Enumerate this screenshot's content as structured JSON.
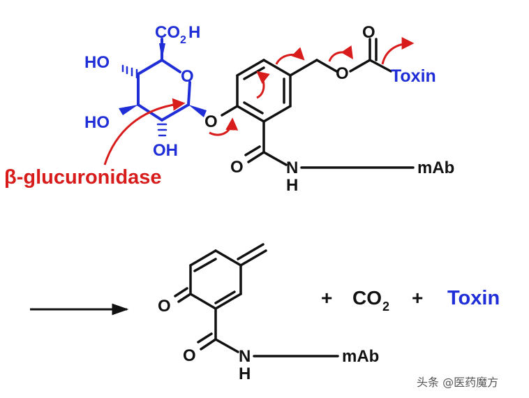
{
  "reactant": {
    "carboxyl": "CO",
    "carboxyl_sub": "2",
    "carboxyl_h": "H",
    "ring_o": "O",
    "ho_top": "HO",
    "ho_left": "HO",
    "oh_bottom": "OH",
    "linker_o": "O",
    "carbonyl_o": "O",
    "ester_o": "O",
    "toxin": "Toxin",
    "amide_o": "O",
    "amide_n": "N",
    "amide_h": "H",
    "mab": "mAb"
  },
  "enzyme_label": "β-glucuronidase",
  "product": {
    "quinone_o": "O",
    "amide_o": "O",
    "amide_n": "N",
    "amide_h": "H",
    "mab": "mAb",
    "plus1": "+",
    "co2": "CO",
    "co2_sub": "2",
    "plus2": "+",
    "toxin": "Toxin"
  },
  "watermark": "头条 @医药魔方",
  "colors": {
    "sugar": "#1f2ed6",
    "enzyme": "#d81c1c",
    "arrows": "#d81c1c",
    "black": "#111111"
  },
  "icons": [
    "reaction-arrow-icon",
    "electron-arrow-icon",
    "wedge-bond-icon",
    "hash-bond-icon"
  ]
}
